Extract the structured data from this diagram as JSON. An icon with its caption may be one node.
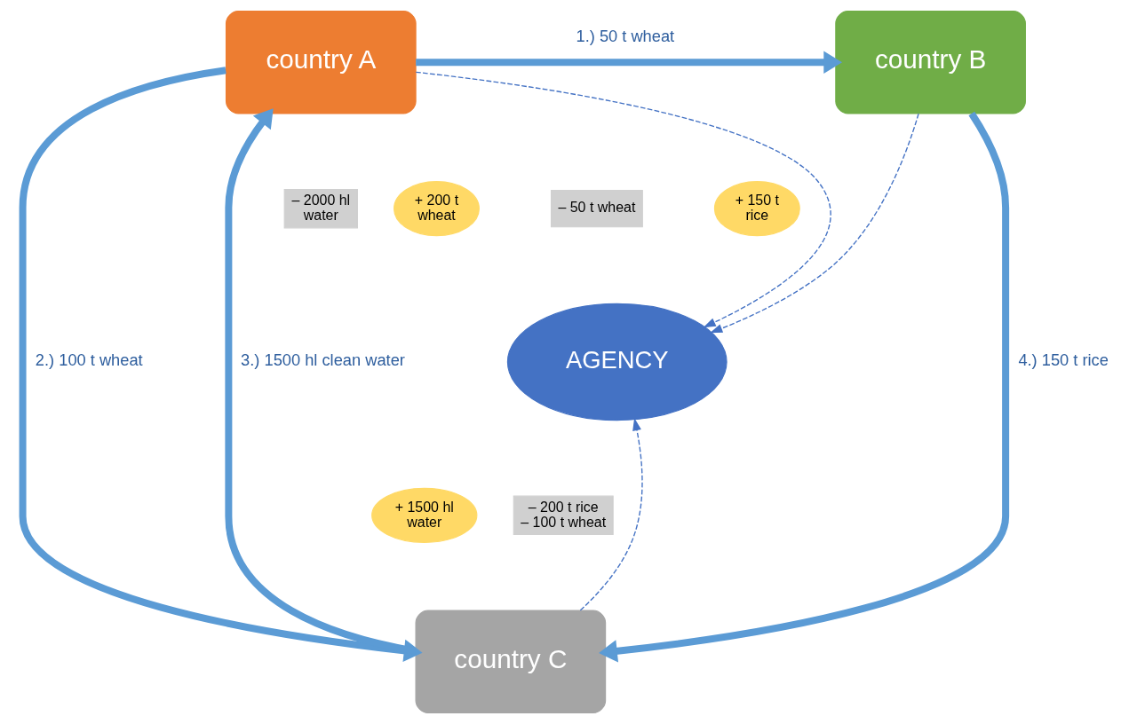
{
  "diagram": {
    "nodes": [
      {
        "text": [
          "country A"
        ]
      },
      {
        "text": [
          "country B"
        ]
      },
      {
        "text": [
          "+ 200 t wheat"
        ]
      },
      {
        "text": [
          "– 50 t wheat"
        ]
      },
      {
        "text": [
          "+ 150 t rice"
        ]
      },
      {
        "text": [
          "– 2000 hl water"
        ]
      },
      {
        "text": [
          "AGENCY"
        ]
      },
      {
        "text": [
          "+ 1500 hl water"
        ]
      },
      {
        "text": [
          "– 200 t rice",
          "– 100 t wheat"
        ]
      },
      {
        "text": [
          "country C"
        ]
      }
    ],
    "edges": [
      {
        "from": 0,
        "to": 1,
        "arrow": "to",
        "label": "1.) 50 t wheat"
      },
      {
        "from": 0,
        "to": 6,
        "arrow": "to",
        "style": "dashed",
        "color": "#4472c4"
      },
      {
        "from": 1,
        "to": 6,
        "arrow": "to",
        "style": "dashed",
        "color": "#4472c4"
      },
      {
        "from": 1,
        "to": 9,
        "arrow": "to",
        "label": "4.) 150 t rice"
      },
      {
        "from": 0,
        "to": 9,
        "arrow": "to",
        "label": "2.) 100 t wheat"
      },
      {
        "from": 9,
        "to": 0,
        "arrow": "to",
        "label": "3.) 1500 hl clean water"
      },
      {
        "from": 9,
        "to": 6,
        "arrow": "to",
        "style": "dashed",
        "color": "#4472c4"
      }
    ]
  }
}
